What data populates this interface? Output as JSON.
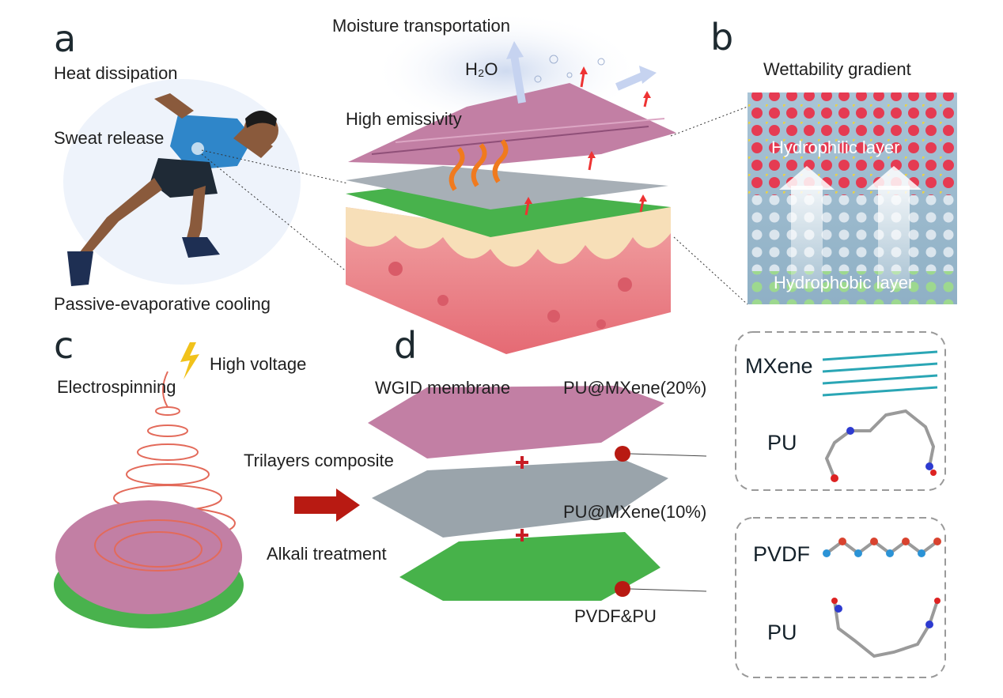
{
  "panels": {
    "a": "a",
    "b": "b",
    "c": "c",
    "d": "d"
  },
  "panel_a": {
    "heat": "Heat dissipation",
    "sweat": "Sweat release",
    "passive": "Passive-evaporative cooling",
    "moisture": "Moisture transportation",
    "h2o": "H₂O",
    "emissivity": "High emissivity"
  },
  "panel_b": {
    "title": "Wettability gradient",
    "hydrophilic": "Hydrophilic layer",
    "hydrophobic": "Hydrophobic layer"
  },
  "panel_c": {
    "voltage": "High voltage",
    "electrospinning": "Electrospinning"
  },
  "panel_d": {
    "membrane": "WGID membrane",
    "trilayer": "Trilayers composite",
    "alkali": "Alkali treatment",
    "layer1": "PU@MXene(20%)",
    "layer2": "PU@MXene(10%)",
    "layer3": "PVDF&PU",
    "box1_top": "MXene",
    "box1_bottom": "PU",
    "box2_top": "PVDF",
    "box2_bottom": "PU"
  },
  "colors": {
    "pink_fiber": "#c57fa6",
    "gray_fiber": "#9aa4ab",
    "green_fiber": "#47b24a",
    "skin": "#e8727c",
    "arrow_red": "#b81a12"
  }
}
